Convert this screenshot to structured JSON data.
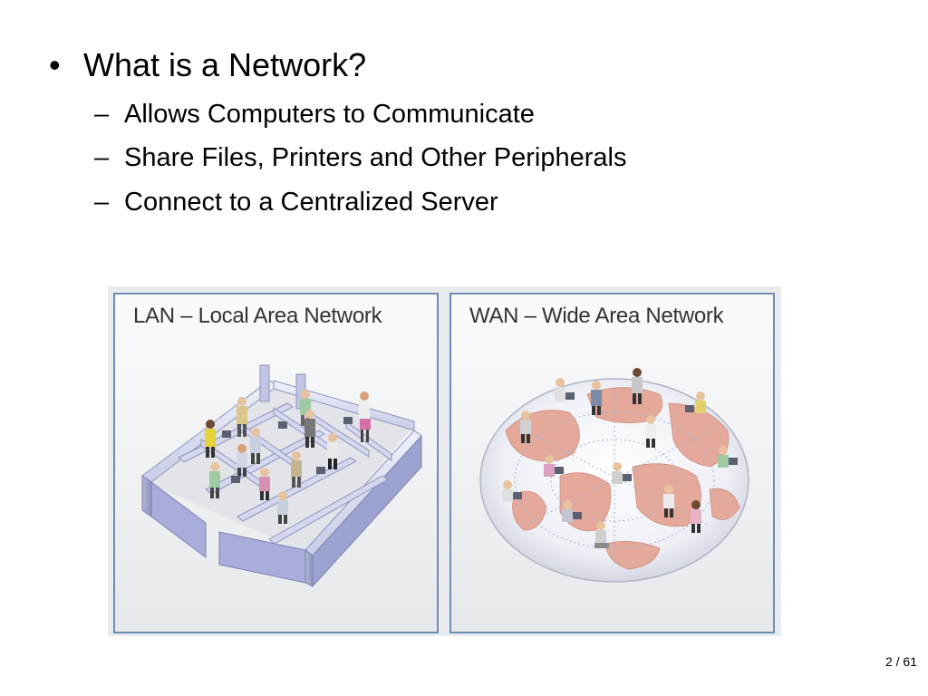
{
  "slide": {
    "main_bullet": {
      "symbol": "•",
      "text": "What is a Network?"
    },
    "sub_bullets": [
      {
        "symbol": "–",
        "text": "Allows Computers to Communicate"
      },
      {
        "symbol": "–",
        "text": "Share Files, Printers and Other Peripherals"
      },
      {
        "symbol": "–",
        "text": "Connect to a Centralized Server"
      }
    ]
  },
  "figure": {
    "lan_title": "LAN – Local Area Network",
    "wan_title": "WAN – Wide Area Network"
  },
  "page_number": "2 / 61"
}
